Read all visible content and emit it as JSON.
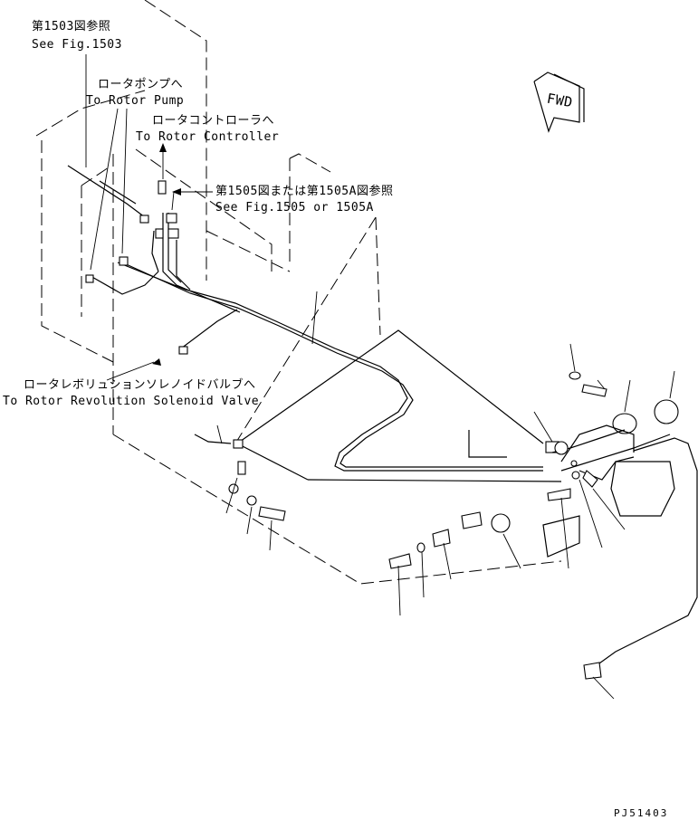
{
  "labels": {
    "fig1503_jp": "第1503図参照",
    "fig1503_en": "See Fig.1503",
    "rotor_pump_jp": "ロータポンプへ",
    "rotor_pump_en": "To Rotor Pump",
    "rotor_controller_jp": "ロータコントローラへ",
    "rotor_controller_en": "To Rotor Controller",
    "fig1505_jp": "第1505図または第1505A図参照",
    "fig1505_en": "See Fig.1505 or 1505A",
    "solenoid_jp": "ロータレボリュションソレノイドバルブへ",
    "solenoid_en": "To Rotor Revolution Solenoid Valve",
    "fwd": "FWD",
    "drawing_no": "PJ51403"
  },
  "icons": {
    "fwd_arrow": "forward-direction-arrow-icon"
  }
}
